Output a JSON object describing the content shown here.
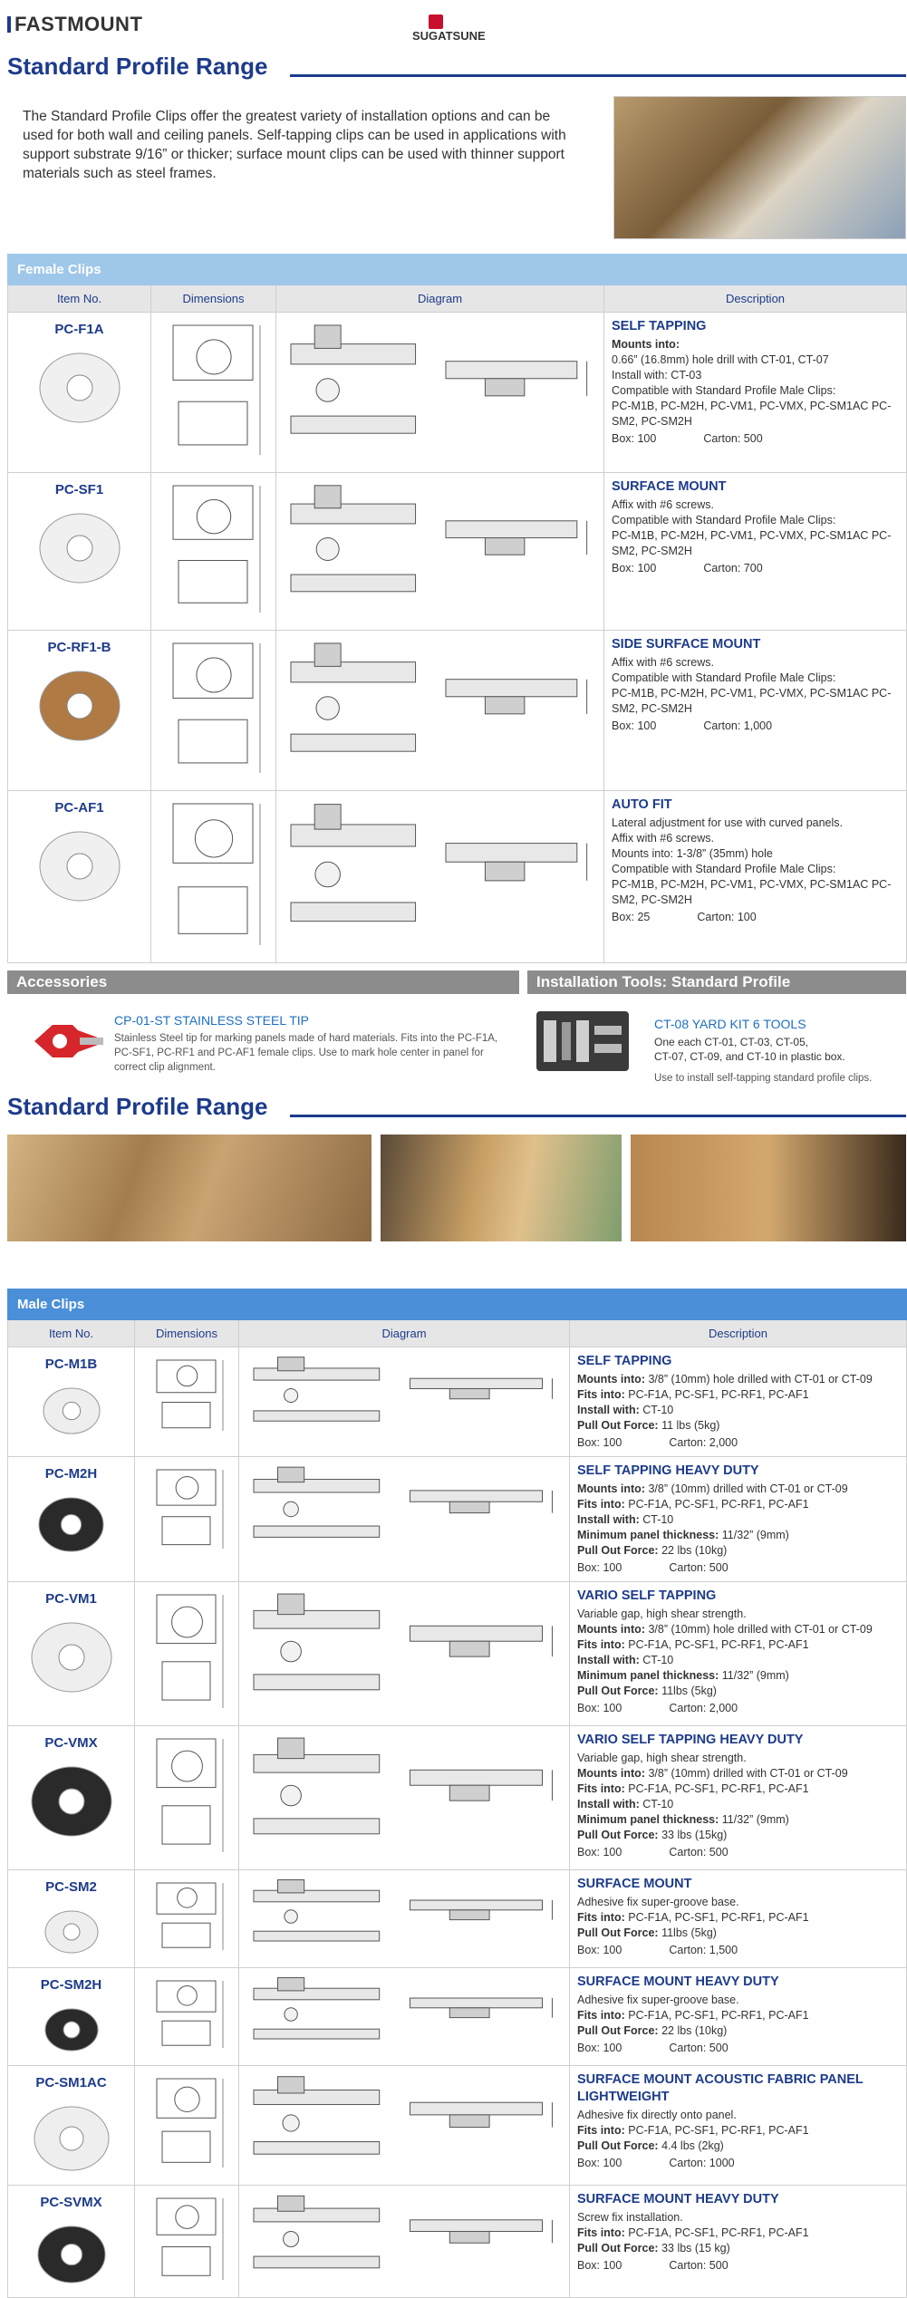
{
  "header": {
    "brand": "FASTMOUNT",
    "partner": "SUGATSUNE"
  },
  "section1": {
    "title": "Standard Profile Range",
    "intro": "The Standard Profile Clips offer the greatest variety of installation options and can be used for both wall and ceiling panels. Self-tapping clips can be used in applications with support substrate 9/16” or thicker; surface mount clips can be used with thinner support materials such as steel frames."
  },
  "columns": {
    "item": "Item No.",
    "dims": "Dimensions",
    "diagram": "Diagram",
    "desc": "Description"
  },
  "female": {
    "band": "Female Clips",
    "rows": [
      {
        "item": "PC-F1A",
        "title": "SELF TAPPING",
        "lines": [
          {
            "label": "Mounts into:",
            "text": ""
          },
          {
            "label": "",
            "text": "0.66” (16.8mm) hole drill with CT-01, CT-07"
          },
          {
            "label": "",
            "text": "Install with: CT-03"
          },
          {
            "label": "",
            "text": "Compatible with Standard Profile Male Clips:"
          },
          {
            "label": "",
            "text": "PC-M1B, PC-M2H, PC-VM1, PC-VMX, PC-SM1AC PC-SM2, PC-SM2H"
          }
        ],
        "box": "Box: 100",
        "carton": "Carton: 500",
        "color": "#f0f0f0"
      },
      {
        "item": "PC-SF1",
        "title": "SURFACE MOUNT",
        "lines": [
          {
            "label": "",
            "text": "Affix with #6 screws."
          },
          {
            "label": "",
            "text": "Compatible with Standard Profile Male Clips:"
          },
          {
            "label": "",
            "text": "PC-M1B, PC-M2H, PC-VM1, PC-VMX, PC-SM1AC PC-SM2, PC-SM2H"
          }
        ],
        "box": "Box: 100",
        "carton": "Carton: 700",
        "color": "#f0f0f0"
      },
      {
        "item": "PC-RF1-B",
        "title": "SIDE SURFACE MOUNT",
        "lines": [
          {
            "label": "",
            "text": "Affix with #6 screws."
          },
          {
            "label": "",
            "text": "Compatible with Standard Profile Male Clips:"
          },
          {
            "label": "",
            "text": "PC-M1B, PC-M2H, PC-VM1, PC-VMX, PC-SM1AC PC-SM2, PC-SM2H"
          }
        ],
        "box": "Box: 100",
        "carton": "Carton: 1,000",
        "color": "#b07a45"
      },
      {
        "item": "PC-AF1",
        "title": "AUTO FIT",
        "lines": [
          {
            "label": "",
            "text": "Lateral adjustment for use with curved panels."
          },
          {
            "label": "",
            "text": "Affix with #6 screws."
          },
          {
            "label": "",
            "text": "Mounts into: 1-3/8” (35mm) hole"
          },
          {
            "label": "",
            "text": "Compatible with Standard Profile Male Clips:"
          },
          {
            "label": "",
            "text": "PC-M1B, PC-M2H, PC-VM1, PC-VMX,  PC-SM1AC PC-SM2, PC-SM2H"
          }
        ],
        "box": "Box: 25",
        "carton": "Carton: 100",
        "color": "#f0f0f0"
      }
    ]
  },
  "accessories": {
    "bar": "Accessories",
    "title": "CP-01-ST STAINLESS STEEL TIP",
    "text": "Stainless Steel tip for marking panels made of hard materials. Fits into the PC-F1A, PC-SF1, PC-RF1 and PC-AF1 female clips. Use to mark hole center in panel for correct clip alignment."
  },
  "tools": {
    "bar": "Installation Tools: Standard Profile",
    "title": "CT-08 YARD KIT 6 TOOLS",
    "text1": "One each CT-01, CT-03, CT-05,",
    "text2": "CT-07, CT-09, and CT-10 in plastic box.",
    "text3": "Use to install self-tapping standard profile clips."
  },
  "section2": {
    "title": "Standard Profile Range"
  },
  "male": {
    "band": "Male Clips",
    "rows": [
      {
        "item": "PC-M1B",
        "title": "SELF TAPPING",
        "lines": [
          {
            "label": "Mounts into:",
            "text": " 3/8” (10mm) hole drilled with CT-01 or CT-09"
          },
          {
            "label": "Fits into:",
            "text": " PC-F1A, PC-SF1, PC-RF1, PC-AF1"
          },
          {
            "label": "Install with:",
            "text": " CT-10"
          },
          {
            "label": "Pull Out Force:",
            "text": " 11 lbs (5kg)"
          }
        ],
        "box": "Box: 100",
        "carton": "Carton: 2,000",
        "color": "#eeeeee"
      },
      {
        "item": "PC-M2H",
        "title": "SELF TAPPING HEAVY DUTY",
        "lines": [
          {
            "label": "Mounts into:",
            "text": " 3/8” (10mm) drilled with CT-01 or CT-09"
          },
          {
            "label": "Fits into:",
            "text": " PC-F1A, PC-SF1, PC-RF1, PC-AF1"
          },
          {
            "label": "Install with:",
            "text": " CT-10"
          },
          {
            "label": "Minimum panel thickness:",
            "text": " 11/32” (9mm)"
          },
          {
            "label": "Pull Out Force:",
            "text": " 22 lbs (10kg)"
          }
        ],
        "box": "Box: 100",
        "carton": "Carton: 500",
        "color": "#2a2a2a"
      },
      {
        "item": "PC-VM1",
        "title": "VARIO SELF TAPPING",
        "lines": [
          {
            "label": "",
            "text": "Variable gap, high shear strength."
          },
          {
            "label": "Mounts into:",
            "text": " 3/8” (10mm) hole drilled with CT-01 or CT-09"
          },
          {
            "label": "Fits into:",
            "text": " PC-F1A, PC-SF1, PC-RF1, PC-AF1"
          },
          {
            "label": "Install with:",
            "text": " CT-10"
          },
          {
            "label": "Minimum panel thickness:",
            "text": " 11/32” (9mm)"
          },
          {
            "label": "Pull Out Force:",
            "text": " 11lbs (5kg)"
          }
        ],
        "box": "Box: 100",
        "carton": "Carton: 2,000",
        "color": "#eeeeee"
      },
      {
        "item": "PC-VMX",
        "title": "VARIO SELF TAPPING HEAVY DUTY",
        "lines": [
          {
            "label": "",
            "text": "Variable gap, high shear strength."
          },
          {
            "label": "Mounts into:",
            "text": " 3/8” (10mm) drilled with CT-01 or CT-09"
          },
          {
            "label": "Fits into:",
            "text": " PC-F1A, PC-SF1, PC-RF1, PC-AF1"
          },
          {
            "label": "Install with:",
            "text": " CT-10"
          },
          {
            "label": "Minimum panel thickness:",
            "text": " 11/32” (9mm)"
          },
          {
            "label": "Pull Out Force:",
            "text": " 33 lbs (15kg)"
          }
        ],
        "box": "Box: 100",
        "carton": "Carton: 500",
        "color": "#2a2a2a"
      },
      {
        "item": "PC-SM2",
        "title": "SURFACE MOUNT",
        "lines": [
          {
            "label": "",
            "text": "Adhesive fix super-groove base."
          },
          {
            "label": "Fits into:",
            "text": " PC-F1A, PC-SF1, PC-RF1, PC-AF1"
          },
          {
            "label": "Pull Out Force:",
            "text": " 11lbs (5kg)"
          }
        ],
        "box": "Box: 100",
        "carton": "Carton: 1,500",
        "color": "#eeeeee"
      },
      {
        "item": "PC-SM2H",
        "title": "SURFACE MOUNT HEAVY DUTY",
        "lines": [
          {
            "label": "",
            "text": "Adhesive fix super-groove base."
          },
          {
            "label": "Fits into:",
            "text": " PC-F1A, PC-SF1, PC-RF1, PC-AF1"
          },
          {
            "label": "Pull Out Force:",
            "text": " 22 lbs (10kg)"
          }
        ],
        "box": "Box: 100",
        "carton": "Carton: 500",
        "color": "#2a2a2a"
      },
      {
        "item": "PC-SM1AC",
        "title": "SURFACE MOUNT ACOUSTIC  FABRIC PANEL LIGHTWEIGHT",
        "lines": [
          {
            "label": "",
            "text": "Adhesive fix directly onto panel."
          },
          {
            "label": "Fits into:",
            "text": " PC-F1A, PC-SF1, PC-RF1, PC-AF1"
          },
          {
            "label": "Pull Out Force:",
            "text": " 4.4 lbs (2kg)"
          }
        ],
        "box": "Box: 100",
        "carton": "Carton: 1000",
        "color": "#eeeeee"
      },
      {
        "item": "PC-SVMX",
        "title": "SURFACE MOUNT HEAVY DUTY",
        "lines": [
          {
            "label": "",
            "text": "Screw fix installation."
          },
          {
            "label": "Fits into:",
            "text": " PC-F1A, PC-SF1, PC-RF1, PC-AF1"
          },
          {
            "label": "Pull Out Force:",
            "text": " 33 lbs (15 kg)"
          }
        ],
        "box": "Box: 100",
        "carton": "Carton: 500",
        "color": "#2a2a2a"
      }
    ]
  }
}
